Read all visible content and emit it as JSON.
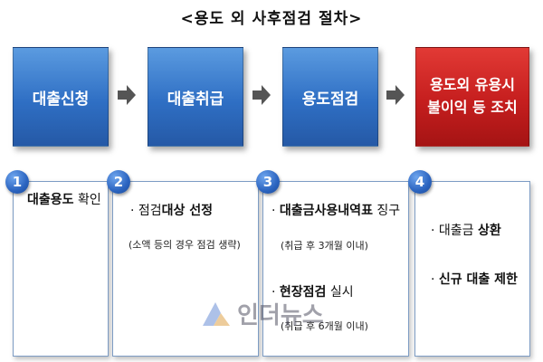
{
  "title": "<용도 외 사후점검 절차>",
  "steps": [
    {
      "label": "대출신청"
    },
    {
      "label": "대출취급"
    },
    {
      "label": "용도점검"
    },
    {
      "line1": "용도외 유용시",
      "line2": "불이익 등 조치"
    }
  ],
  "cards": [
    {
      "num": "1",
      "items": [
        {
          "pre": "",
          "bold": "대출용도",
          "post": " 확인"
        }
      ]
    },
    {
      "num": "2",
      "items": [
        {
          "pre": "· 점검",
          "bold": "대상 선정",
          "post": ""
        }
      ],
      "note": "(소액 등의 경우 점검 생략)"
    },
    {
      "num": "3",
      "items": [
        {
          "pre": "· ",
          "bold": "대출금사용내역표",
          "post": " 징구"
        },
        {
          "pre": "· ",
          "bold": "현장점검",
          "post": " 실시"
        }
      ],
      "notes": [
        "(취급 후 3개월 이내)",
        "(취급 후 6개월 이내)"
      ]
    },
    {
      "num": "4",
      "items": [
        {
          "pre": "· 대출금 ",
          "bold": "상환",
          "post": ""
        },
        {
          "pre": "· ",
          "bold": "신규 대출 제한",
          "post": ""
        }
      ]
    }
  ],
  "watermark": "인더뉴스",
  "colors": {
    "step_blue": "#2f6fc4",
    "step_red": "#c51e1e",
    "arrow": "#555555",
    "card_border": "#7d9cc4"
  }
}
